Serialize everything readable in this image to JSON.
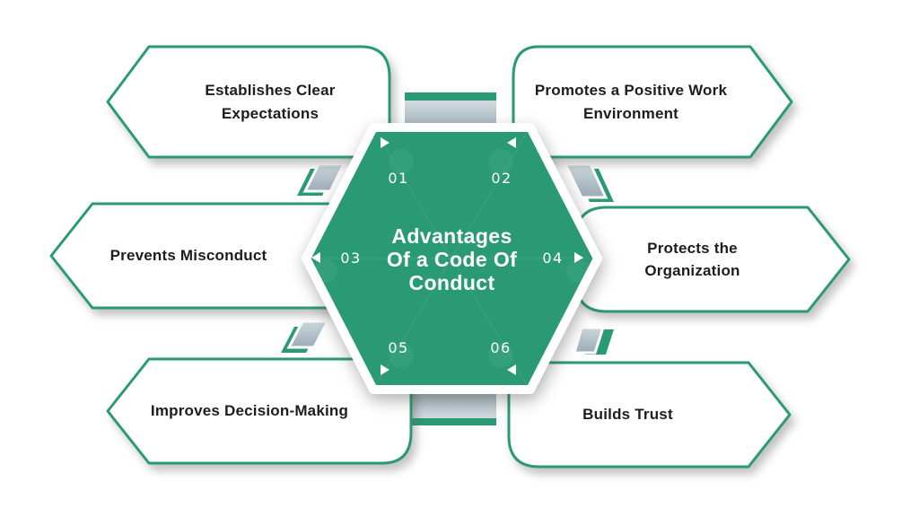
{
  "title": {
    "line1": "Advantages",
    "line2": "Of a Code Of",
    "line3": "Conduct"
  },
  "items": [
    {
      "number": "01",
      "label": "Establishes Clear Expectations"
    },
    {
      "number": "02",
      "label": "Promotes a Positive Work Environment"
    },
    {
      "number": "03",
      "label": "Prevents Misconduct"
    },
    {
      "number": "04",
      "label": "Protects the Organization"
    },
    {
      "number": "05",
      "label": "Improves Decision-Making"
    },
    {
      "number": "06",
      "label": "Builds Trust"
    }
  ],
  "colors": {
    "accent_green": "#2a9a74",
    "label_text": "#1d1d1b",
    "hexagon_text": "#ffffff",
    "ribbon_gray_light": "#d2dbe0",
    "ribbon_gray_dark": "#9cadb8",
    "background": "#ffffff"
  }
}
